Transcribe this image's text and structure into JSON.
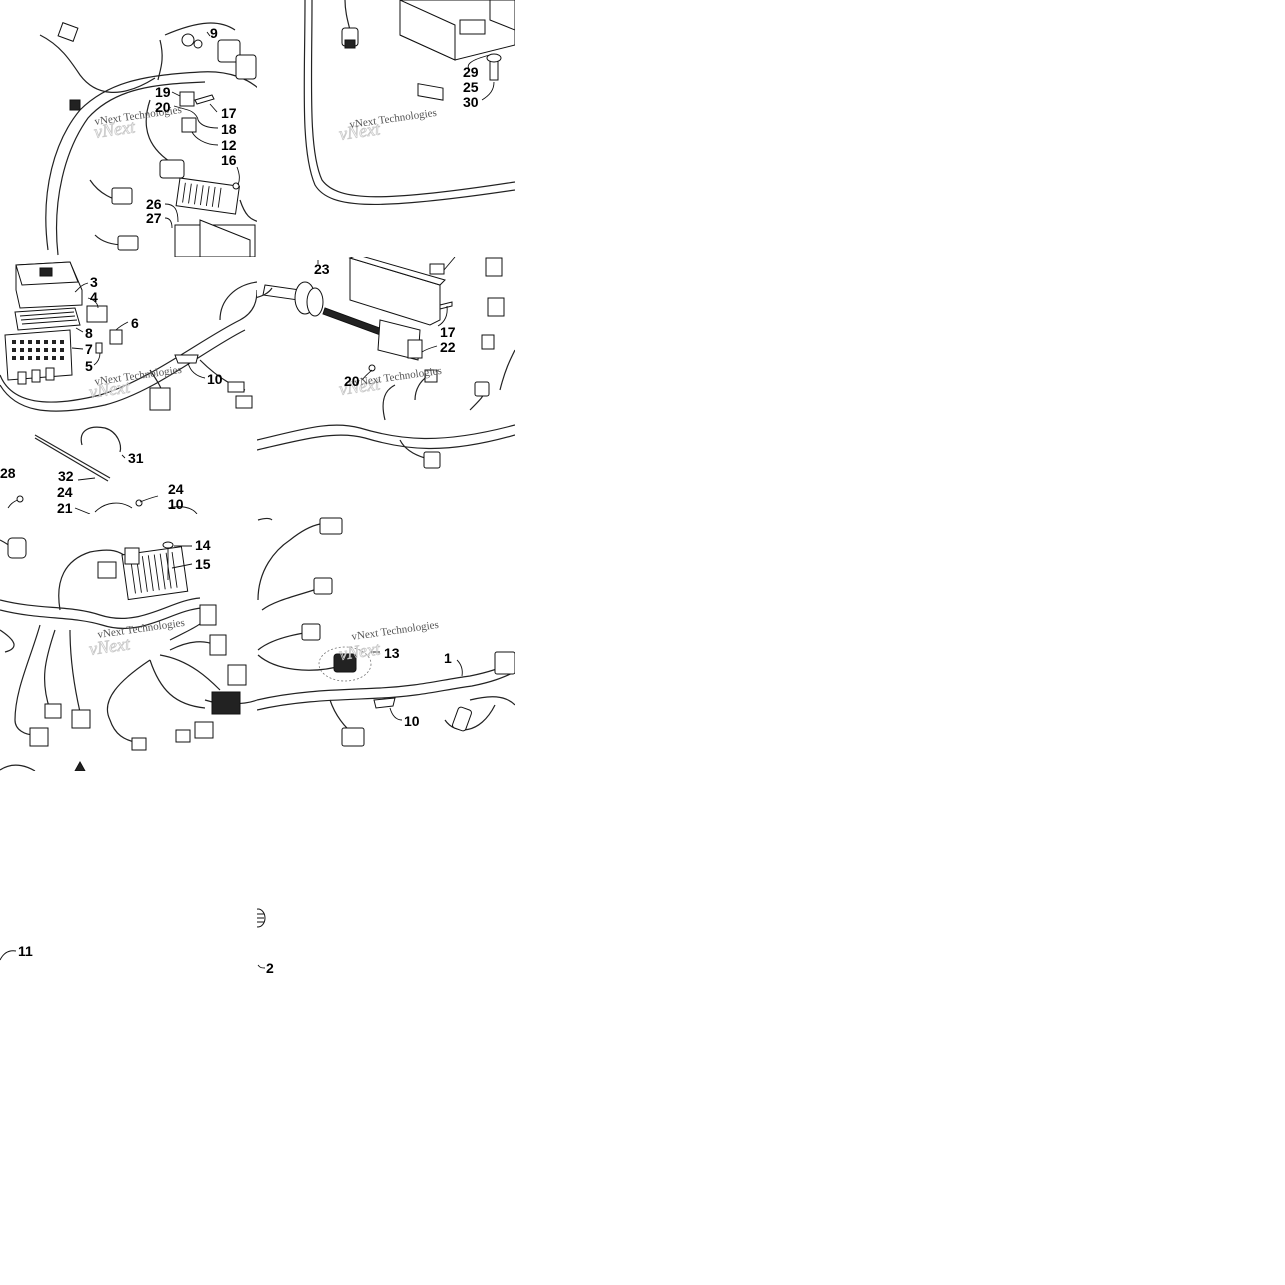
{
  "watermark": "vNext Technologies",
  "panels": {
    "p1": {
      "labels": [
        "9",
        "19",
        "20",
        "17",
        "18",
        "12",
        "16",
        "26",
        "27"
      ]
    },
    "p2": {
      "labels": [
        "29",
        "25",
        "30"
      ]
    },
    "p3": {
      "labels": [
        "3",
        "4",
        "8",
        "6",
        "7",
        "5",
        "10"
      ]
    },
    "p4": {
      "labels": [
        "23",
        "17",
        "22",
        "20"
      ]
    },
    "p5": {
      "labels": [
        "31",
        "28",
        "32",
        "24",
        "24",
        "21",
        "10"
      ]
    },
    "p6": {
      "labels": [
        "14",
        "15"
      ]
    },
    "p7": {
      "labels": [
        "13",
        "1",
        "10"
      ]
    },
    "p8": {
      "labels": [
        "11"
      ]
    },
    "p9": {
      "labels": [
        "2"
      ]
    }
  }
}
